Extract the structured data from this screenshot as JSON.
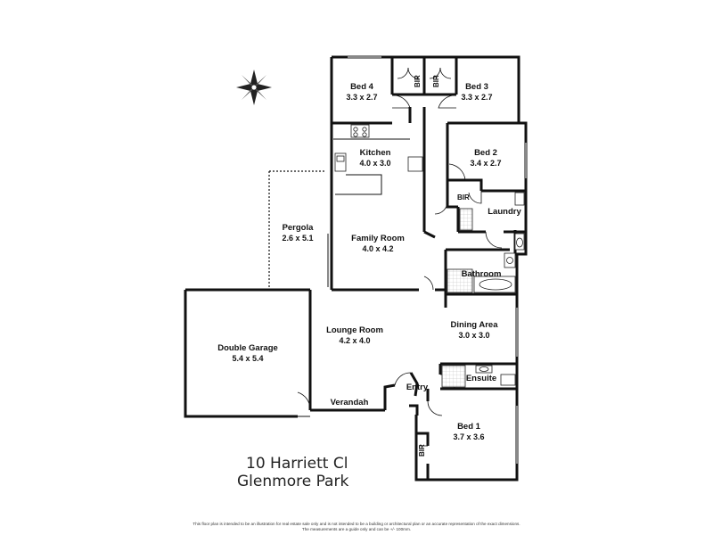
{
  "rooms": {
    "bed4": {
      "name": "Bed 4",
      "dims": "3.3 x 2.7"
    },
    "bed3": {
      "name": "Bed 3",
      "dims": "3.3 x 2.7"
    },
    "kitchen": {
      "name": "Kitchen",
      "dims": "4.0 x 3.0"
    },
    "bed2": {
      "name": "Bed 2",
      "dims": "3.4 x 2.7"
    },
    "pergola": {
      "name": "Pergola",
      "dims": "2.6 x 5.1"
    },
    "family": {
      "name": "Family Room",
      "dims": "4.0 x 4.2"
    },
    "laundry": {
      "name": "Laundry"
    },
    "bathroom": {
      "name": "Bathroom"
    },
    "garage": {
      "name": "Double Garage",
      "dims": "5.4 x 5.4"
    },
    "lounge": {
      "name": "Lounge Room",
      "dims": "4.2 x 4.0"
    },
    "dining": {
      "name": "Dining Area",
      "dims": "3.0 x 3.0"
    },
    "ensuite": {
      "name": "Ensuite"
    },
    "entry": {
      "name": "Entry"
    },
    "verandah": {
      "name": "Verandah"
    },
    "bed1": {
      "name": "Bed 1",
      "dims": "3.7 x 3.6"
    }
  },
  "robes": {
    "bir_bed4": "BIR",
    "bir_bed3": "BIR",
    "bir_bed2": "BIR",
    "bir_bed1": "BIR"
  },
  "address": {
    "line1": "10 Harriett Cl",
    "line2": "Glenmore Park"
  },
  "disclaimer": {
    "line1": "This floor plan is intended to be an illustration for real estate sale only and is not intended to be a building or architectural plan or an accurate representation of the exact dimensions.",
    "line2": "The measurements are a guide only and can be +/- 100mm."
  }
}
